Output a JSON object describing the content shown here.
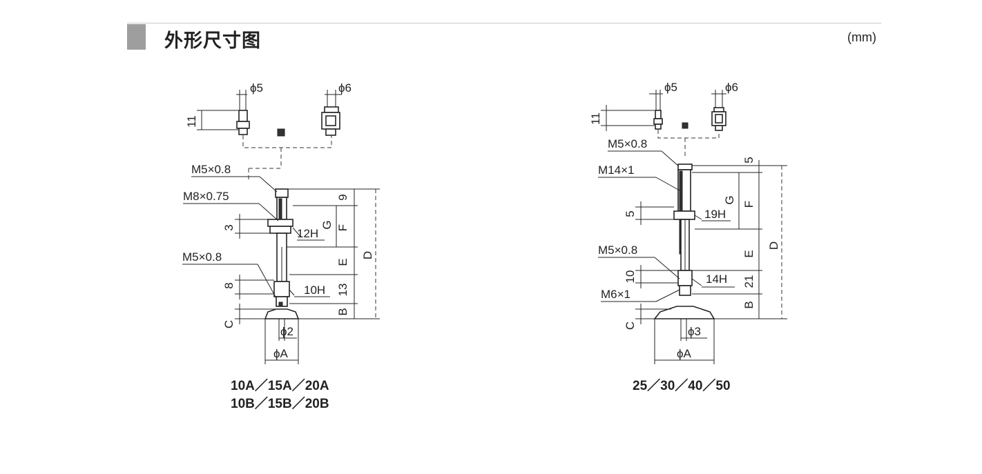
{
  "header": {
    "title": "外形尺寸图",
    "unit": "(mm)"
  },
  "left_drawing": {
    "fitting_dims": [
      "ϕ5",
      "ϕ6",
      "11"
    ],
    "thread_labels": [
      "M5×0.8",
      "M8×0.75",
      "M5×0.8"
    ],
    "dimension_labels": [
      "9",
      "G",
      "F",
      "D",
      "3",
      "12H",
      "E",
      "8",
      "10H",
      "13",
      "B",
      "C",
      "ϕ2",
      "ϕA"
    ],
    "caption_line1": "10A／15A／20A",
    "caption_line2": "10B／15B／20B"
  },
  "right_drawing": {
    "fitting_dims": [
      "ϕ5",
      "ϕ6",
      "11"
    ],
    "thread_labels": [
      "M5×0.8",
      "M14×1",
      "M5×0.8",
      "M6×1"
    ],
    "dimension_labels": [
      "5",
      "G",
      "F",
      "D",
      "5",
      "19H",
      "E",
      "10",
      "14H",
      "21",
      "B",
      "C",
      "ϕ3",
      "ϕA"
    ],
    "caption_line1": "25／30／40／50"
  }
}
